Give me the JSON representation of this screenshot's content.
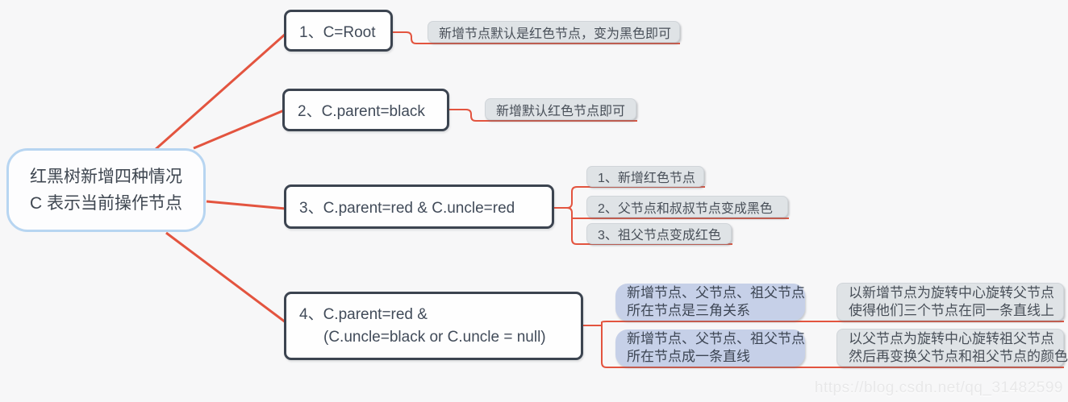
{
  "colors": {
    "background": "#f7f7f8",
    "connector": "#e3543f",
    "node_border": "#3c4450",
    "node_text": "#414b59",
    "root_border": "#b7d5f1",
    "note_bg": "#dfe3e6",
    "condition_bg": "#c6d0e8",
    "watermark": "#e8e8e9"
  },
  "root": {
    "line1": "红黑树新增四种情况",
    "line2": "C 表示当前操作节点"
  },
  "node1": {
    "label": "1、C=Root",
    "note": "新增节点默认是红色节点，变为黑色即可"
  },
  "node2": {
    "label": "2、C.parent=black",
    "note": "新增默认红色节点即可"
  },
  "node3": {
    "label": "3、C.parent=red & C.uncle=red",
    "notes": [
      "1、新增红色节点",
      "2、父节点和叔叔节点变成黑色",
      "3、祖父节点变成红色"
    ]
  },
  "node4": {
    "line1": "4、C.parent=red &",
    "line2": "(C.uncle=black or C.uncle = null)",
    "cases": [
      {
        "cond1": "新增节点、父节点、祖父节点",
        "cond2": "所在节点是三角关系",
        "act1": "以新增节点为旋转中心旋转父节点",
        "act2": "使得他们三个节点在同一条直线上"
      },
      {
        "cond1": "新增节点、父节点、祖父节点",
        "cond2": "所在节点成一条直线",
        "act1": "以父节点为旋转中心旋转祖父节点",
        "act2": "然后再变换父节点和祖父节点的颜色"
      }
    ]
  },
  "watermark": "https://blog.csdn.net/qq_31482599"
}
